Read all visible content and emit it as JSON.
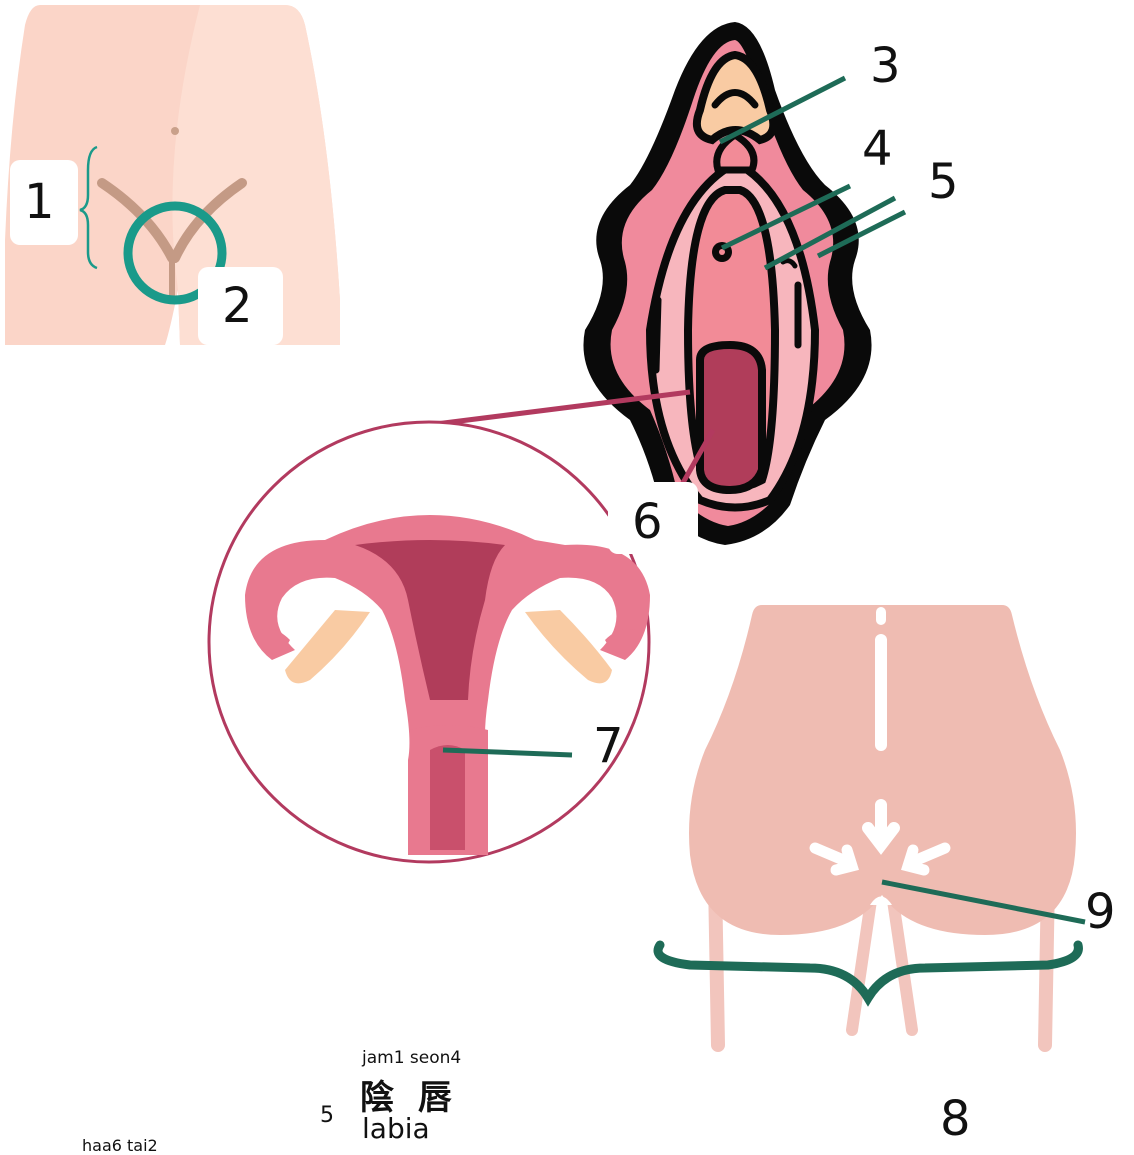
{
  "labels": {
    "n1": "1",
    "n2": "2",
    "n3": "3",
    "n4": "4",
    "n5": "5",
    "n6": "6",
    "n7": "7",
    "n8": "8",
    "n9": "9"
  },
  "caption": {
    "number": "5",
    "jyutping": "jam1 seon4",
    "hanzi": "陰 唇",
    "english": "labia"
  },
  "partial_text": "haa6 tai2",
  "colors": {
    "skin_light": "#fbd5c8",
    "skin_mid": "#f6c4b4",
    "skin_back": "#efbcb2",
    "pointer_green": "#1e6b57",
    "ring_teal": "#1a9a8a",
    "uterus_pink": "#e8798f",
    "uterus_dark": "#b03d5a",
    "ovary_peach": "#f9cba3",
    "vulva_outer": "#f08a9c",
    "vulva_inner": "#f7b6bd",
    "vulva_deep": "#f28b97",
    "outline_black": "#0a0a0a",
    "circle_stroke": "#b23a5f"
  }
}
